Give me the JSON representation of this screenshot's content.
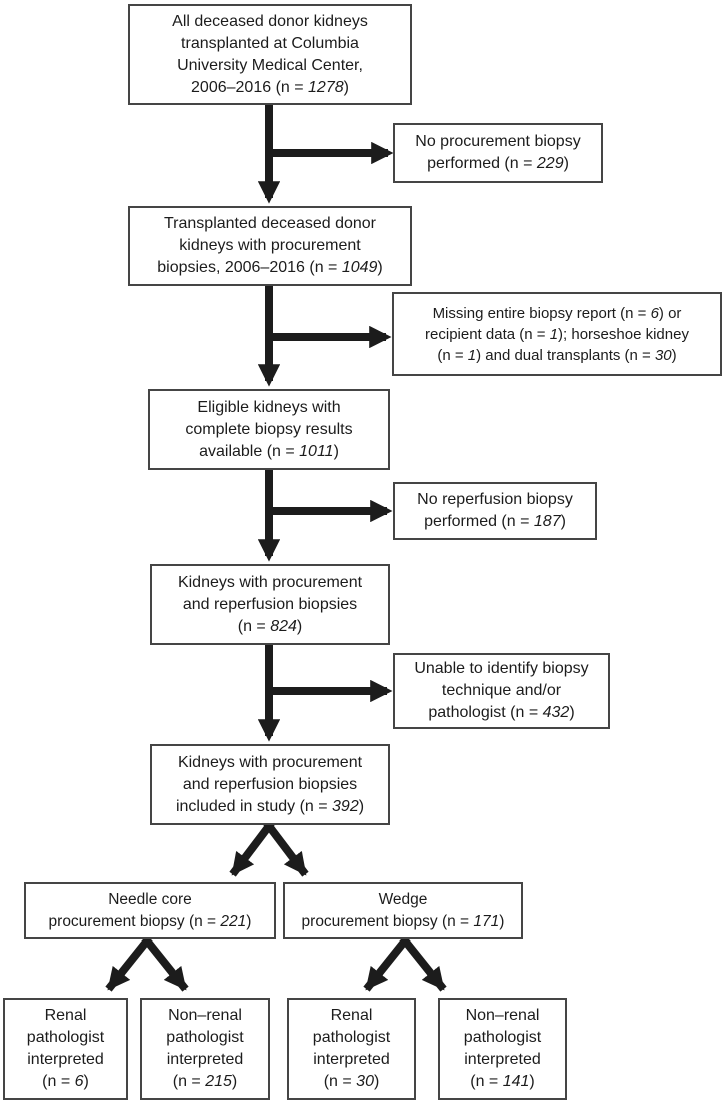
{
  "figure": "Study flow diagram of deceased donor kidney transplant biopsies",
  "colors": {
    "arrow": "#1c1c1c",
    "box-border": "#454545",
    "box-bg": "#ffffff",
    "text": "#1c1c1c"
  },
  "boxes": {
    "b1": {
      "name": "All deceased donor kidneys transplanted",
      "n": 1278,
      "lines": [
        [
          {
            "t": "All deceased donor kidneys"
          }
        ],
        [
          {
            "t": "transplanted at Columbia"
          }
        ],
        [
          {
            "t": "University Medical Center,"
          }
        ],
        [
          {
            "t": "2006–2016 (n = "
          },
          {
            "t": "1278",
            "i": true
          },
          {
            "t": ")"
          }
        ]
      ]
    },
    "s1": {
      "name": "No procurement biopsy performed",
      "n": 229,
      "lines": [
        [
          {
            "t": "No procurement biopsy"
          }
        ],
        [
          {
            "t": "performed (n = "
          },
          {
            "t": "229",
            "i": true
          },
          {
            "t": ")"
          }
        ]
      ]
    },
    "b2": {
      "name": "Transplanted kidneys with procurement biopsies",
      "n": 1049,
      "lines": [
        [
          {
            "t": "Transplanted deceased donor"
          }
        ],
        [
          {
            "t": "kidneys with procurement"
          }
        ],
        [
          {
            "t": "biopsies, 2006–2016 (n = "
          },
          {
            "t": "1049",
            "i": true
          },
          {
            "t": ")"
          }
        ]
      ]
    },
    "s2": {
      "name": "Missing data exclusions",
      "lines": [
        [
          {
            "t": "Missing entire biopsy report (n = "
          },
          {
            "t": "6",
            "i": true
          },
          {
            "t": ") or"
          }
        ],
        [
          {
            "t": "recipient data (n = "
          },
          {
            "t": "1",
            "i": true
          },
          {
            "t": "); horseshoe kidney"
          }
        ],
        [
          {
            "t": "(n = "
          },
          {
            "t": "1",
            "i": true
          },
          {
            "t": ") and dual transplants (n = "
          },
          {
            "t": "30",
            "i": true
          },
          {
            "t": ")"
          }
        ]
      ]
    },
    "b3": {
      "name": "Eligible kidneys with complete biopsy results",
      "n": 1011,
      "lines": [
        [
          {
            "t": "Eligible kidneys with"
          }
        ],
        [
          {
            "t": "complete biopsy results"
          }
        ],
        [
          {
            "t": "available (n = "
          },
          {
            "t": "1011",
            "i": true
          },
          {
            "t": ")"
          }
        ]
      ]
    },
    "s3": {
      "name": "No reperfusion biopsy performed",
      "n": 187,
      "lines": [
        [
          {
            "t": "No reperfusion biopsy"
          }
        ],
        [
          {
            "t": "performed (n = "
          },
          {
            "t": "187",
            "i": true
          },
          {
            "t": ")"
          }
        ]
      ]
    },
    "b4": {
      "name": "Kidneys with procurement and reperfusion biopsies",
      "n": 824,
      "lines": [
        [
          {
            "t": "Kidneys with procurement"
          }
        ],
        [
          {
            "t": "and reperfusion biopsies"
          }
        ],
        [
          {
            "t": "(n = "
          },
          {
            "t": "824",
            "i": true
          },
          {
            "t": ")"
          }
        ]
      ]
    },
    "s4": {
      "name": "Unable to identify biopsy technique or pathologist",
      "n": 432,
      "lines": [
        [
          {
            "t": "Unable to identify biopsy"
          }
        ],
        [
          {
            "t": "technique and/or"
          }
        ],
        [
          {
            "t": "pathologist (n = "
          },
          {
            "t": "432",
            "i": true
          },
          {
            "t": ")"
          }
        ]
      ]
    },
    "b5": {
      "name": "Kidneys included in study",
      "n": 392,
      "lines": [
        [
          {
            "t": "Kidneys with procurement"
          }
        ],
        [
          {
            "t": "and reperfusion biopsies"
          }
        ],
        [
          {
            "t": "included in study (n = "
          },
          {
            "t": "392",
            "i": true
          },
          {
            "t": ")"
          }
        ]
      ]
    },
    "needle": {
      "name": "Needle core procurement biopsy",
      "n": 221,
      "lines": [
        [
          {
            "t": "Needle core"
          }
        ],
        [
          {
            "t": "procurement biopsy (n = "
          },
          {
            "t": "221",
            "i": true
          },
          {
            "t": ")"
          }
        ]
      ]
    },
    "wedge": {
      "name": "Wedge procurement biopsy",
      "n": 171,
      "lines": [
        [
          {
            "t": "Wedge"
          }
        ],
        [
          {
            "t": "procurement biopsy (n = "
          },
          {
            "t": "171",
            "i": true
          },
          {
            "t": ")"
          }
        ]
      ]
    },
    "leaf1": {
      "name": "Needle core - renal pathologist interpreted",
      "n": 6,
      "lines": [
        [
          {
            "t": "Renal"
          }
        ],
        [
          {
            "t": "pathologist"
          }
        ],
        [
          {
            "t": "interpreted"
          }
        ],
        [
          {
            "t": "(n = "
          },
          {
            "t": "6",
            "i": true
          },
          {
            "t": ")"
          }
        ]
      ]
    },
    "leaf2": {
      "name": "Needle core - non-renal pathologist interpreted",
      "n": 215,
      "lines": [
        [
          {
            "t": "Non–renal"
          }
        ],
        [
          {
            "t": "pathologist"
          }
        ],
        [
          {
            "t": "interpreted"
          }
        ],
        [
          {
            "t": "(n = "
          },
          {
            "t": "215",
            "i": true
          },
          {
            "t": ")"
          }
        ]
      ]
    },
    "leaf3": {
      "name": "Wedge - renal pathologist interpreted",
      "n": 30,
      "lines": [
        [
          {
            "t": "Renal"
          }
        ],
        [
          {
            "t": "pathologist"
          }
        ],
        [
          {
            "t": "interpreted"
          }
        ],
        [
          {
            "t": "(n = "
          },
          {
            "t": "30",
            "i": true
          },
          {
            "t": ")"
          }
        ]
      ]
    },
    "leaf4": {
      "name": "Wedge - non-renal pathologist interpreted",
      "n": 141,
      "lines": [
        [
          {
            "t": "Non–renal"
          }
        ],
        [
          {
            "t": "pathologist"
          }
        ],
        [
          {
            "t": "interpreted"
          }
        ],
        [
          {
            "t": "(n = "
          },
          {
            "t": "141",
            "i": true
          },
          {
            "t": ")"
          }
        ]
      ]
    }
  }
}
